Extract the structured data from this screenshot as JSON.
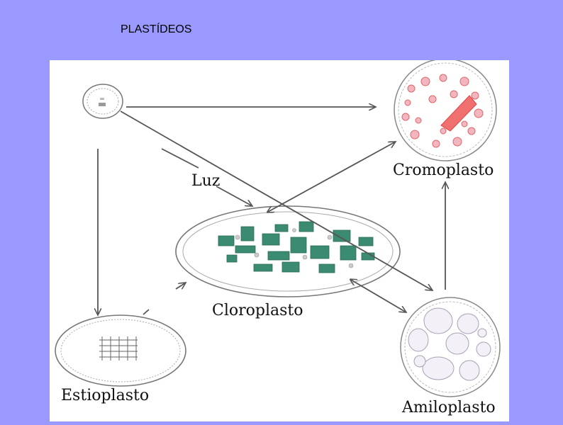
{
  "slide": {
    "title": "PLASTÍDEOS"
  },
  "diagram": {
    "labels": {
      "luz": "Luz",
      "cromoplasto": "Cromoplasto",
      "cloroplasto": "Cloroplasto",
      "estioplasto": "Estioplasto",
      "amiloplasto": "Amiloplasto"
    }
  }
}
